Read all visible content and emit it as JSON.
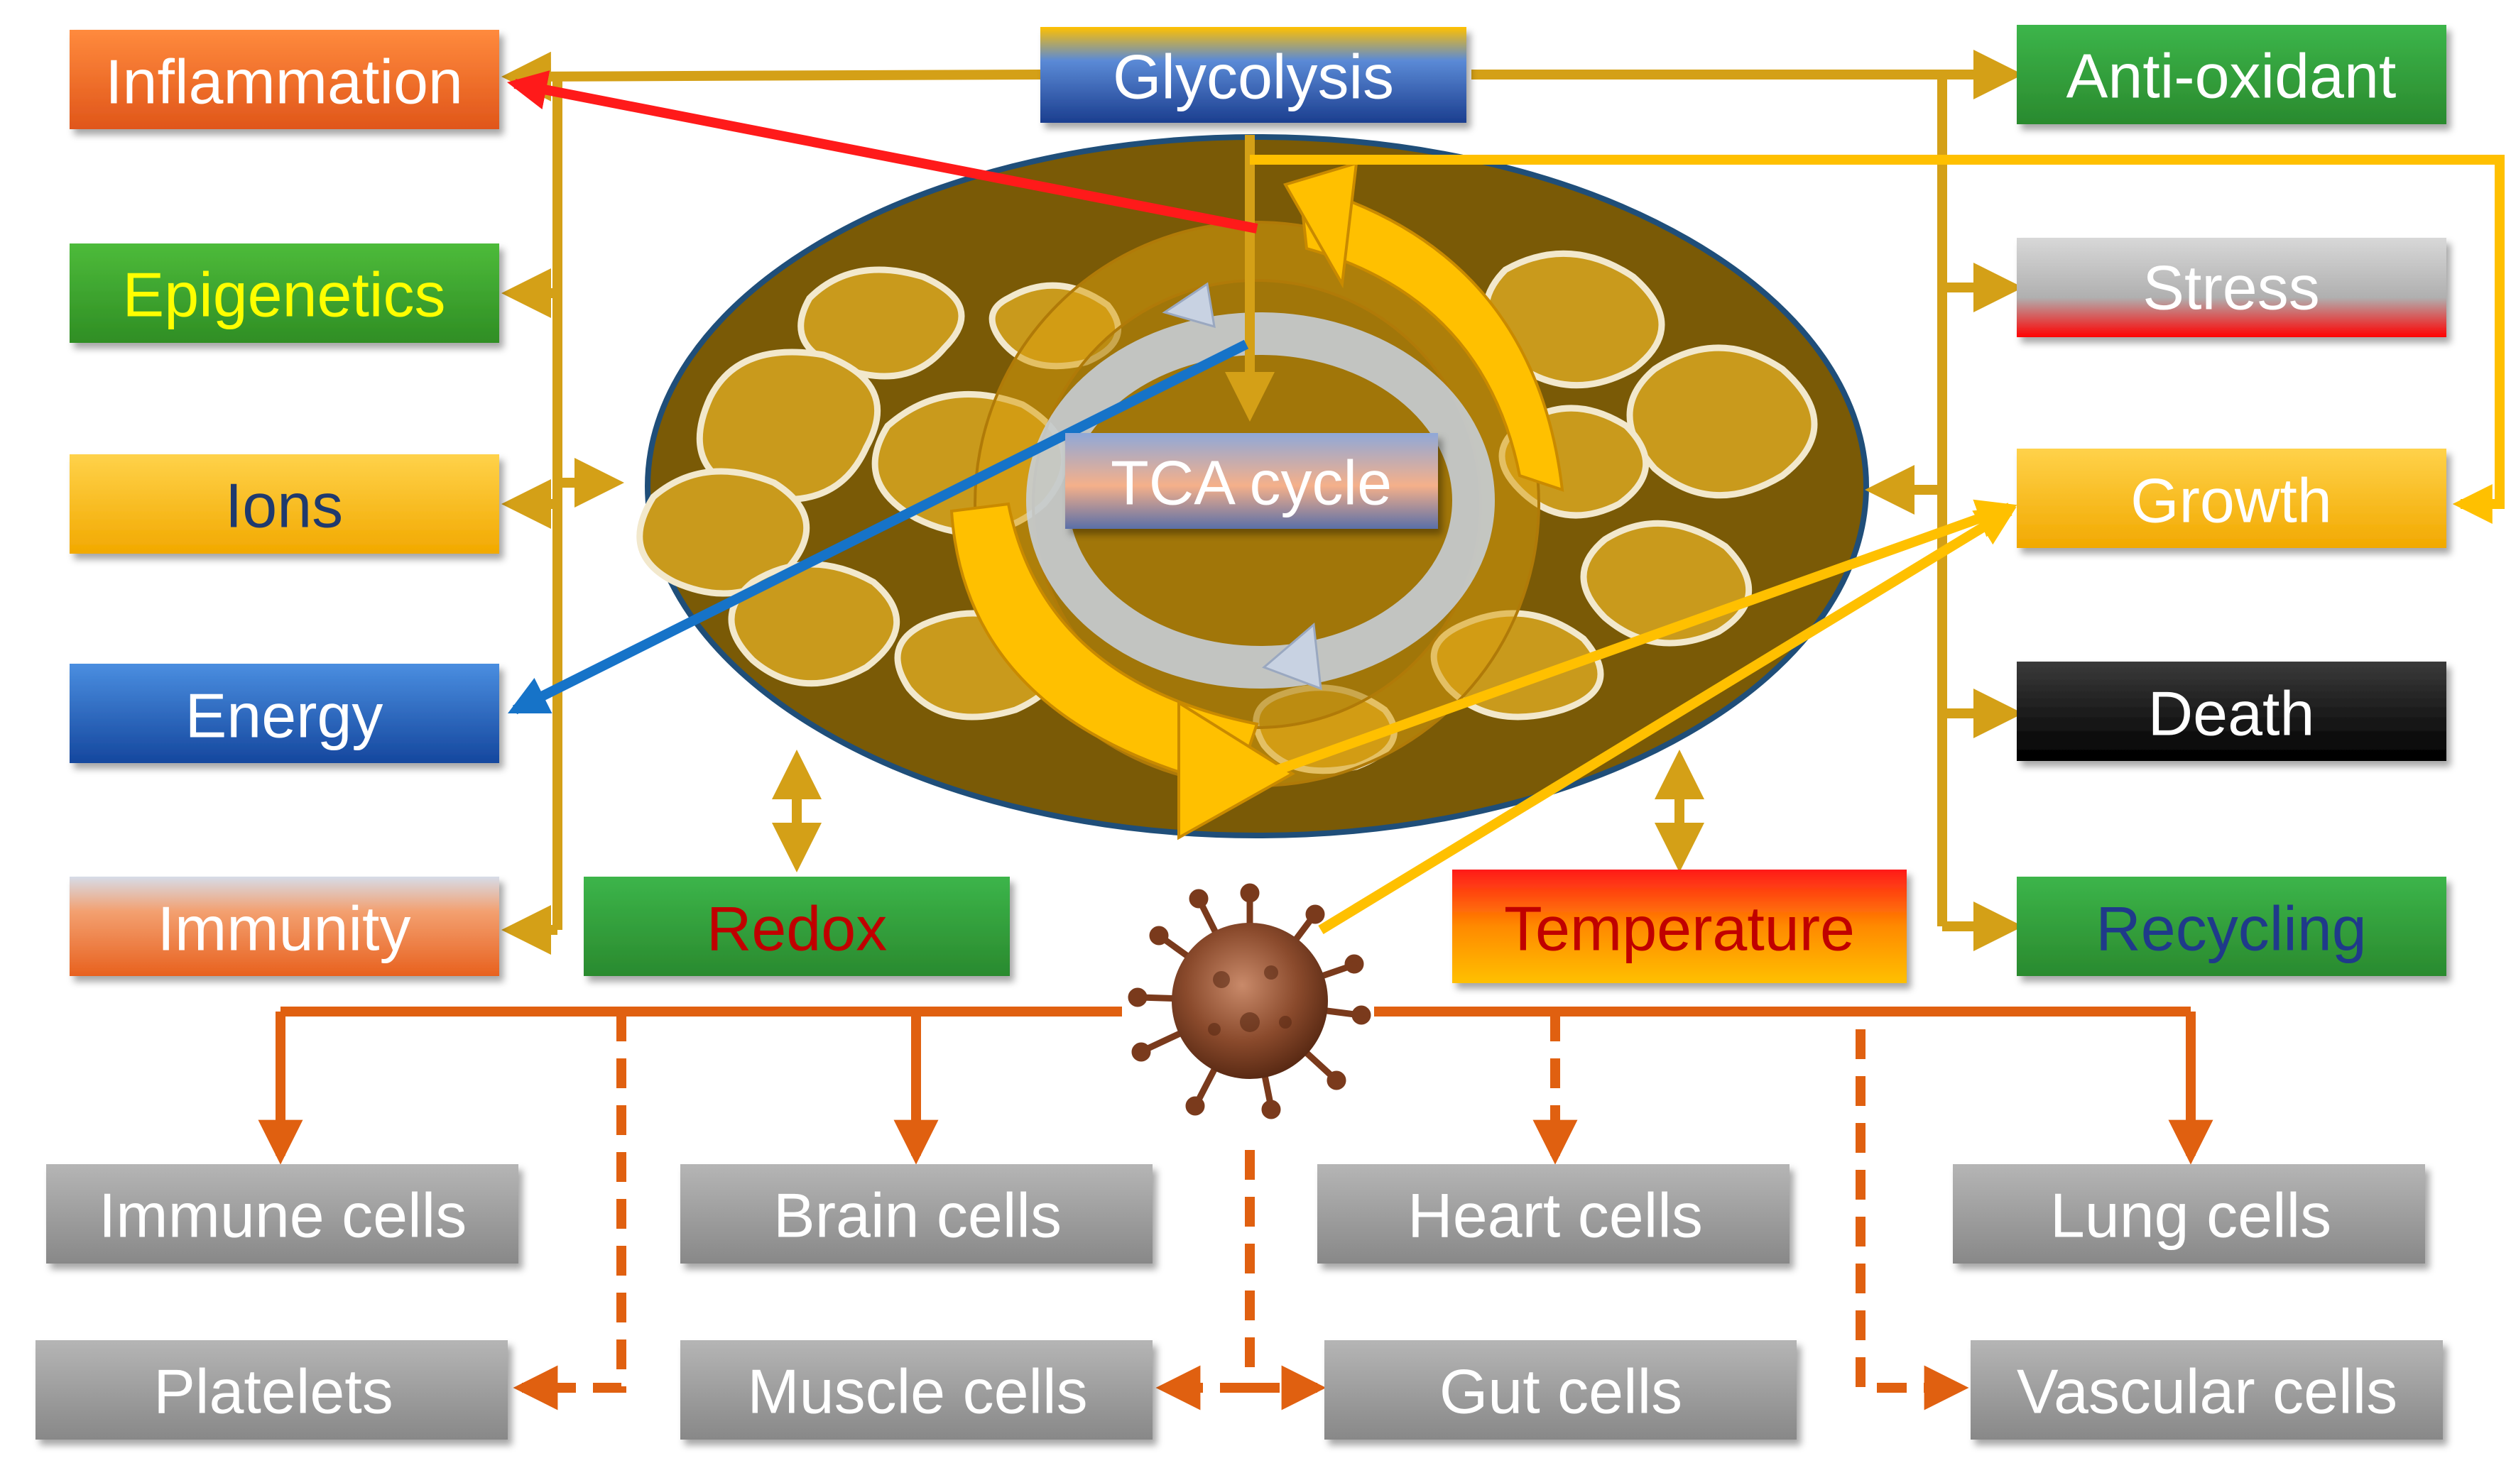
{
  "boxes": {
    "inflammation": "Inflammation",
    "epigenetics": "Epigenetics",
    "ions": "Ions",
    "energy": "Energy",
    "immunity": "Immunity",
    "redox": "Redox",
    "temperature": "Temperature",
    "glycolysis": "Glycolysis",
    "tca_cycle": "TCA cycle",
    "antioxidant": "Anti-oxidant",
    "stress": "Stress",
    "growth": "Growth",
    "death": "Death",
    "recycling": "Recycling"
  },
  "cells": {
    "immune": "Immune cells",
    "brain": "Brain cells",
    "heart": "Heart cells",
    "lung": "Lung cells",
    "platelets": "Platelets",
    "muscle": "Muscle cells",
    "gut": "Gut cells",
    "vascular": "Vascular cells"
  },
  "colors": {
    "connector_gold": "#D4A017",
    "arrow_red": "#FF1A1A",
    "arrow_blue": "#1673C8",
    "arrow_yellow": "#FFC000",
    "cell_connector_orange": "#E06010",
    "mito_fill": "#7A5A06",
    "mito_outline": "#1F4E79",
    "crista_fill": "#C99A1C",
    "cell_box_gray": "#9B9B9B"
  }
}
